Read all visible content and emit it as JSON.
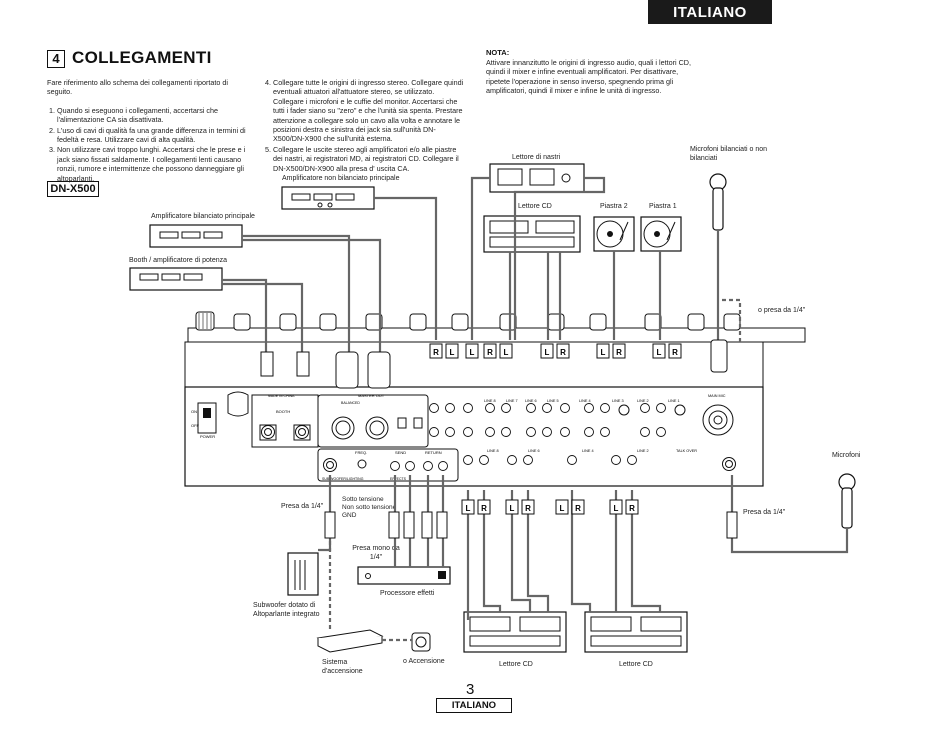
{
  "header": {
    "language_tab": "ITALIANO"
  },
  "section": {
    "number": "4",
    "title": "COLLEGAMENTI"
  },
  "intro": "Fare riferimento allo schema dei collegamenti riportato di seguito.",
  "instructions_left": [
    "Quando si eseguono i collegamenti, accertarsi che l'alimentazione CA sia disattivata.",
    "L'uso di cavi di qualità fa una grande differenza in termini di fedeltà e resa. Utilizzare cavi di alta qualità.",
    "Non utilizzare cavi troppo lunghi. Accertarsi che le prese e i jack siano fissati saldamente. I collegamenti lenti causano ronzii, rumore e intermittenze che possono danneggiare gli altoparlanti."
  ],
  "instructions_right": [
    "Collegare tutte le origini di ingresso stereo. Collegare quindi eventuali attuatori all'attuatore stereo, se utilizzato. Collegare i microfoni e le cuffie del monitor. Accertarsi che tutti i fader siano su \"zero\" e che l'unità sia spenta. Prestare attenzione a collegare solo un cavo alla volta e annotare le posizioni destra e sinistra dei jack sia sull'unità DN-X500/DN-X900 che sull'unità esterna.",
    "Collegare le uscite stereo agli amplificatori e/o alle piastre dei nastri, ai registratori MD, ai registratori CD. Collegare il DN-X500/DN-X900 alla presa d' uscita CA."
  ],
  "nota": {
    "title": "NOTA:",
    "text": "Attivare innanzitutto le origini di ingresso audio, quali i lettori CD, quindi il mixer e infine eventuali amplificatori. Per disattivare, ripetete l'operazione in senso inverso, spegnendo prima gli amplificatori, quindi il mixer e infine le unità di ingresso."
  },
  "model": "DN-X500",
  "diagram_labels": {
    "unbalanced_amp": "Amplificatore non bilanciato principale",
    "balanced_amp": "Amplificatore bilanciato principale",
    "booth_amp": "Booth / amplificatore di potenza",
    "tape_player": "Lettore di nastri",
    "cd_player_top": "Lettore CD",
    "deck2": "Piastra 2",
    "deck1": "Piastra 1",
    "mics_top": "Microfoni bilanciati o non bilanciati",
    "or_jack": "o presa da 1/4\"",
    "mic_right": "Microfoni",
    "jack_right": "Presa da 1/4\"",
    "jack_left": "Presa da 1/4\"",
    "power_on": "Sotto tensione",
    "power_off": "Non sotto tensione",
    "gnd": "GND",
    "mono_jack": "Presa mono da 1/4\"",
    "effects": "Processore effetti",
    "subwoofer": "Subwoofer dotato di Altoparlante integrato",
    "ignition_system": "Sistema d'accensione",
    "or_ignition": "o Accensione",
    "cd_bottom_left": "Lettore CD",
    "cd_bottom_right": "Lettore CD"
  },
  "panel_labels": {
    "power": "POWER",
    "on": "ON",
    "off": "OFF",
    "booth": "BOOTH",
    "master_out": "MASTER OUT",
    "balanced": "BALANCED",
    "freq": "FREQ.",
    "send": "SEND",
    "return": "RETURN",
    "effects": "EFFECTS",
    "sub": "SUB WOOFER/LIGHTING",
    "line8": "LINE 8",
    "line7": "LINE 7",
    "line6": "LINE 6",
    "line5": "LINE 5",
    "line4": "LINE 4",
    "line3": "LINE 3",
    "line2": "LINE 2",
    "line1": "LINE 1",
    "main_mic": "MAIN MIC",
    "talk_over": "TALK OVER",
    "made_in": "MADE IN CHINA"
  },
  "rl": {
    "r": "R",
    "l": "L"
  },
  "footer": {
    "page": "3",
    "language": "ITALIANO"
  }
}
